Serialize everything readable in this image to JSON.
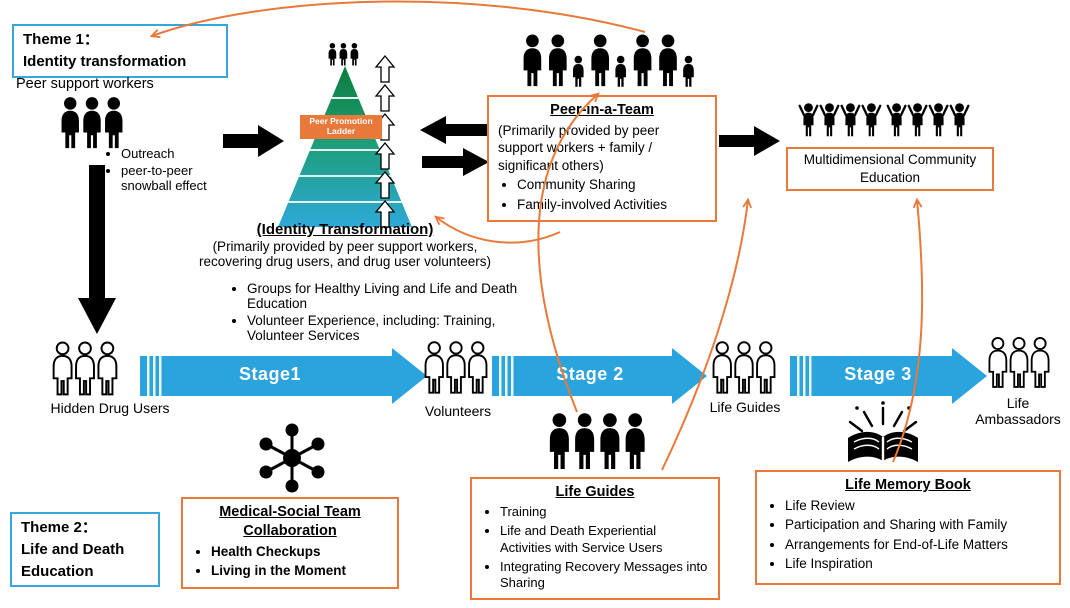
{
  "colors": {
    "accent_blue": "#35A7DE",
    "accent_orange": "#E8793A",
    "stage_blue": "#2BA3DC"
  },
  "theme1": {
    "title": "Theme 1：",
    "subtitle": "Identity transformation"
  },
  "peer_support_workers_label": "Peer support workers",
  "outreach": {
    "bullets": [
      "Outreach",
      "peer-to-peer snowball effect"
    ]
  },
  "pyramid": {
    "label": "Peer Promotion Ladder"
  },
  "peer_in_a_team": {
    "title": "Peer-in-a-Team",
    "description": "(Primarily provided by peer support workers + family / significant others)",
    "bullets": [
      "Community Sharing",
      "Family-involved Activities"
    ]
  },
  "multidimensional_education": {
    "label": "Multidimensional Community Education"
  },
  "identity_transformation": {
    "title": "(Identity Transformation)",
    "description": "(Primarily provided by peer support workers, recovering drug users, and drug user volunteers)",
    "bullets": [
      "Groups for Healthy Living and Life and Death Education",
      "Volunteer Experience, including: Training, Volunteer Services"
    ]
  },
  "stage_flow": {
    "hidden_drug_users": "Hidden Drug Users",
    "stage1": "Stage1",
    "volunteers": "Volunteers",
    "stage2": "Stage 2",
    "life_guides": "Life Guides",
    "stage3": "Stage 3",
    "life_ambassadors": "Life Ambassadors"
  },
  "life_guides_box": {
    "title": "Life Guides",
    "bullets": [
      "Training",
      "Life and Death Experiential Activities with Service Users",
      "Integrating Recovery Messages into Sharing"
    ]
  },
  "life_memory_book": {
    "title": "Life Memory Book",
    "bullets": [
      "Life Review",
      "Participation and Sharing with Family",
      "Arrangements for End-of-Life Matters",
      "Life Inspiration"
    ]
  },
  "medical_social": {
    "title": "Medical-Social Team Collaboration",
    "bullets": [
      "Health Checkups",
      "Living in the Moment"
    ]
  },
  "theme2": {
    "title": "Theme 2：",
    "subtitle": "Life and Death Education"
  },
  "icons": {
    "peer_support_workers": "people-group-icon",
    "family_top": "family-icon",
    "community_education": "people-arms-up-icon",
    "hidden_drug_users": "people-outline-icon",
    "volunteers": "people-outline-icon",
    "life_guides_row": "people-outline-icon",
    "life_ambassadors": "people-outline-icon",
    "life_guides_group": "people-group-icon",
    "memory_book": "open-book-sparkle-icon",
    "medical_social": "network-nodes-icon",
    "ladder": "pyramid-ladder-icon",
    "up_arrows": "up-arrow-icon"
  }
}
